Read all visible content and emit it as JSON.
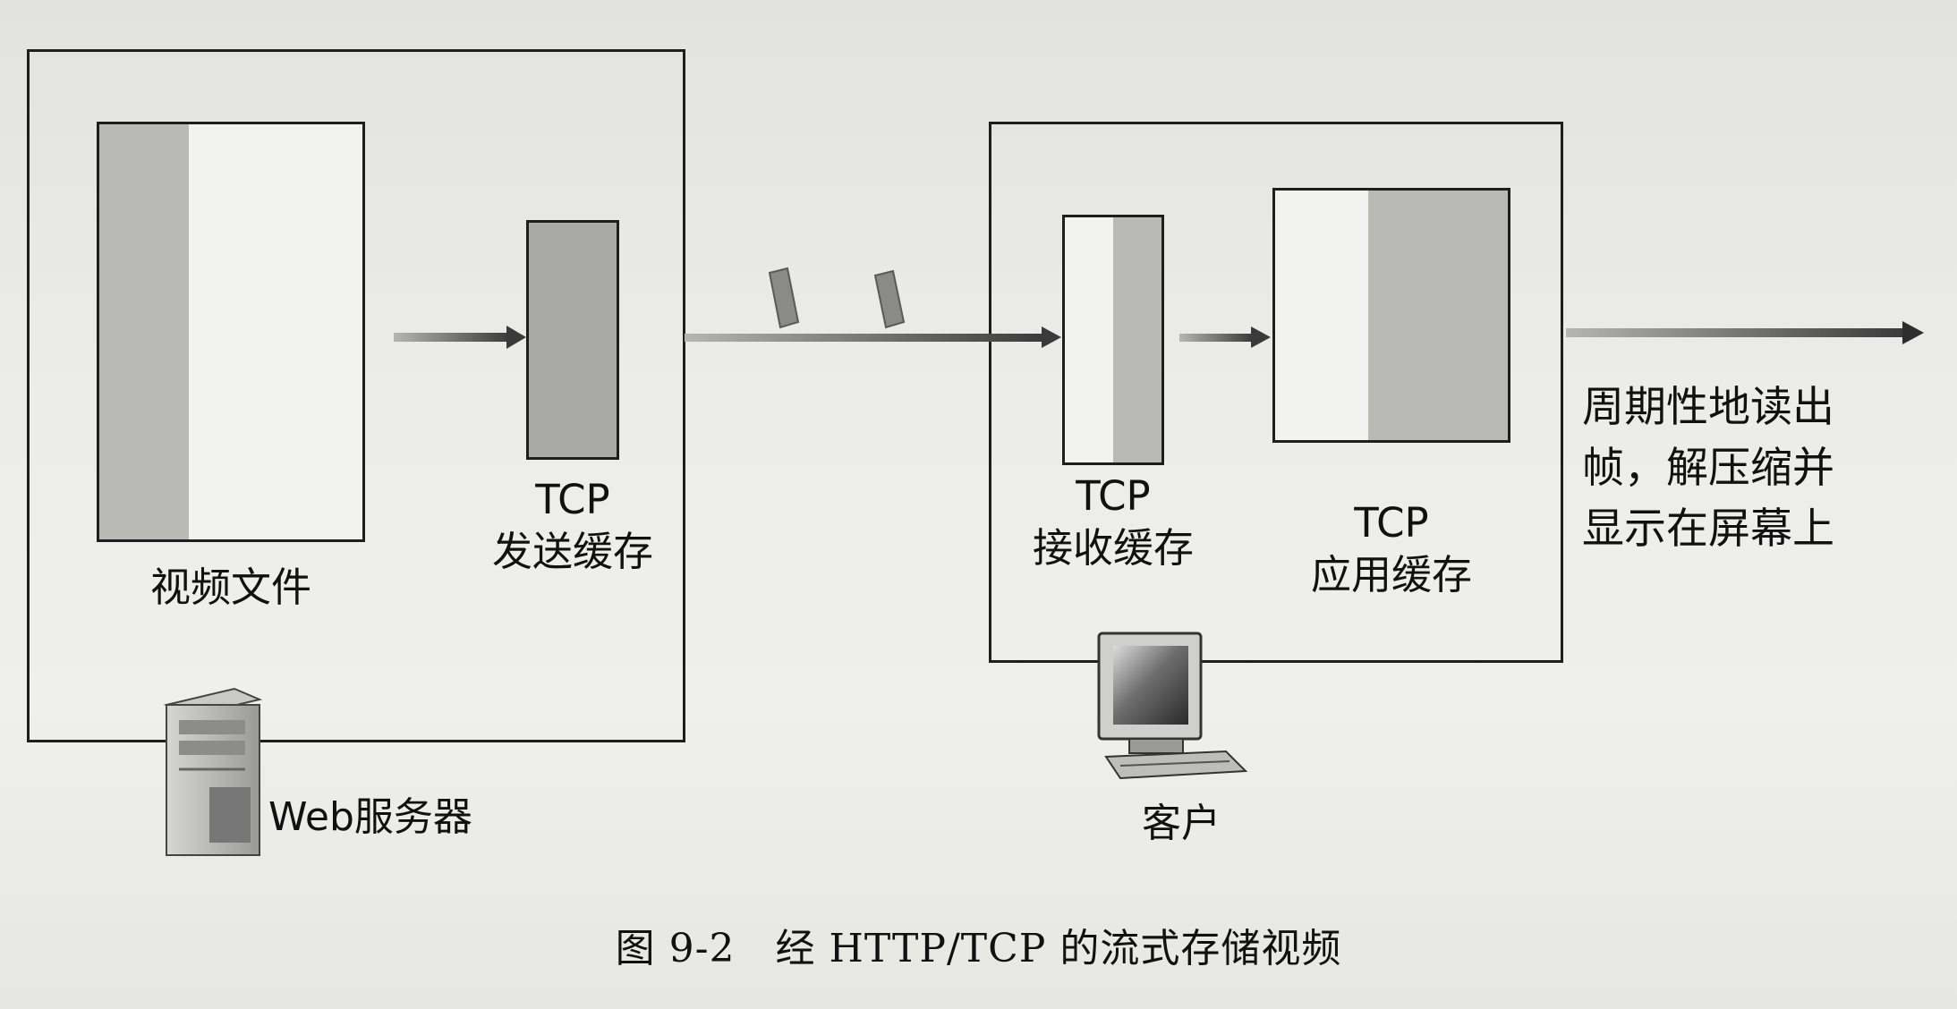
{
  "server": {
    "video_file_label": "视频文件",
    "send_buffer_label_line1": "TCP",
    "send_buffer_label_line2": "发送缓存",
    "server_label": "Web服务器",
    "video_fill_fraction": 0.34,
    "send_fill_fraction": 1.0
  },
  "client": {
    "recv_buffer_label_line1": "TCP",
    "recv_buffer_label_line2": "接收缓存",
    "app_buffer_label_line1": "TCP",
    "app_buffer_label_line2": "应用缓存",
    "client_label": "客户",
    "recv_fill_fraction": 0.5,
    "app_fill_fraction": 0.6
  },
  "output_note": [
    "周期性地读出",
    "帧，解压缩并",
    "显示在屏幕上"
  ],
  "caption": "图 9-2　经 HTTP/TCP 的流式存储视频",
  "colors": {
    "stroke": "#1e1e1e",
    "fill": "#b9b9b6",
    "arrow": "#444444"
  },
  "icons": [
    "server-tower-icon",
    "desktop-computer-icon",
    "packet-icon"
  ]
}
